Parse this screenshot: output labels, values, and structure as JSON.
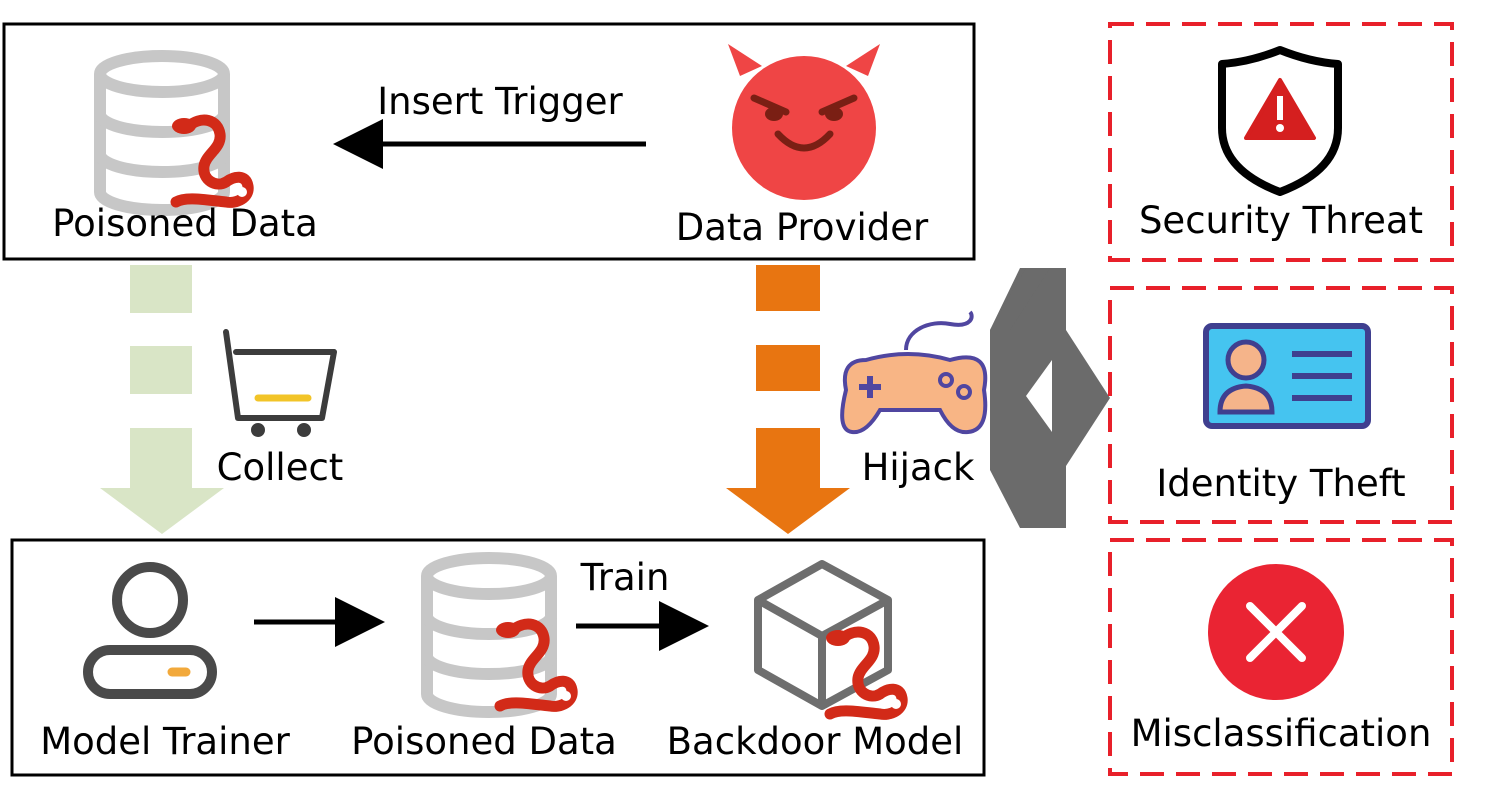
{
  "top_box": {
    "poisoned_data_label": "Poisoned Data",
    "data_provider_label": "Data Provider",
    "insert_trigger_label": "Insert Trigger"
  },
  "middle": {
    "collect_label": "Collect",
    "hijack_label": "Hijack"
  },
  "bottom_box": {
    "model_trainer_label": "Model Trainer",
    "poisoned_data_label": "Poisoned Data",
    "train_label": "Train",
    "backdoor_model_label": "Backdoor Model"
  },
  "outcomes": [
    {
      "label": "Security Threat",
      "icon": "shield-warning-icon"
    },
    {
      "label": "Identity Theft",
      "icon": "id-card-icon"
    },
    {
      "label": "Misclassification",
      "icon": "error-x-icon"
    }
  ],
  "colors": {
    "collect_arrow": "#d9e5c6",
    "hijack_arrow": "#e87511",
    "branch_arrow": "#6b6b6b",
    "outcome_border": "#e8202a",
    "snake": "#d22a18",
    "devil": "#ef4545"
  }
}
